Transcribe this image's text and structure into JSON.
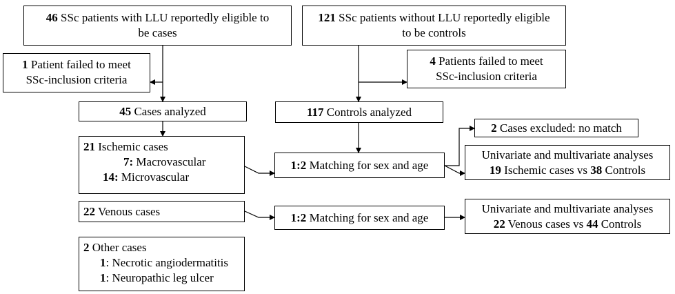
{
  "boxes": {
    "eligible_cases": {
      "line1_num": "46",
      "line1_text": " SSc patients with LLU reportedly eligible to",
      "line2_text": "be cases"
    },
    "eligible_controls": {
      "line1_num": "121",
      "line1_text": " SSc patients without LLU reportedly eligible",
      "line2_text": "to be controls"
    },
    "excluded_cases": {
      "line1_num": "1",
      "line1_text": " Patient failed to meet",
      "line2_text": "SSc-inclusion criteria"
    },
    "excluded_controls": {
      "line1_num": "4",
      "line1_text": " Patients failed to meet",
      "line2_text": "SSc-inclusion criteria"
    },
    "cases_analyzed": {
      "num": "45",
      "text": " Cases analyzed"
    },
    "controls_analyzed": {
      "num": "117",
      "text": " Controls analyzed"
    },
    "ischemic": {
      "num": "21",
      "text": " Ischemic cases",
      "macro_num": "7:",
      "macro_text": " Macrovascular",
      "micro_num": "14:",
      "micro_text": " Microvascular"
    },
    "venous": {
      "num": "22",
      "text": " Venous cases"
    },
    "other": {
      "num": "2",
      "text": " Other cases",
      "item1_num": "1",
      "item1_text": ": Necrotic angiodermatitis",
      "item2_num": "1",
      "item2_text": ": Neuropathic leg ulcer"
    },
    "matching_ischemic": {
      "num": "1:2",
      "text": " Matching for sex and age"
    },
    "matching_venous": {
      "num": "1:2",
      "text": " Matching for sex and age"
    },
    "no_match": {
      "num": "2",
      "text": " Cases excluded:  no match"
    },
    "analysis_ischemic": {
      "line1_text": "Univariate and multivariate analyses",
      "num_a": "19",
      "mid_text": " Ischemic cases vs ",
      "num_b": "38",
      "end_text": " Controls"
    },
    "analysis_venous": {
      "line1_text": "Univariate and multivariate analyses",
      "num_a": "22",
      "mid_text": " Venous cases vs ",
      "num_b": "44",
      "end_text": " Controls"
    }
  }
}
